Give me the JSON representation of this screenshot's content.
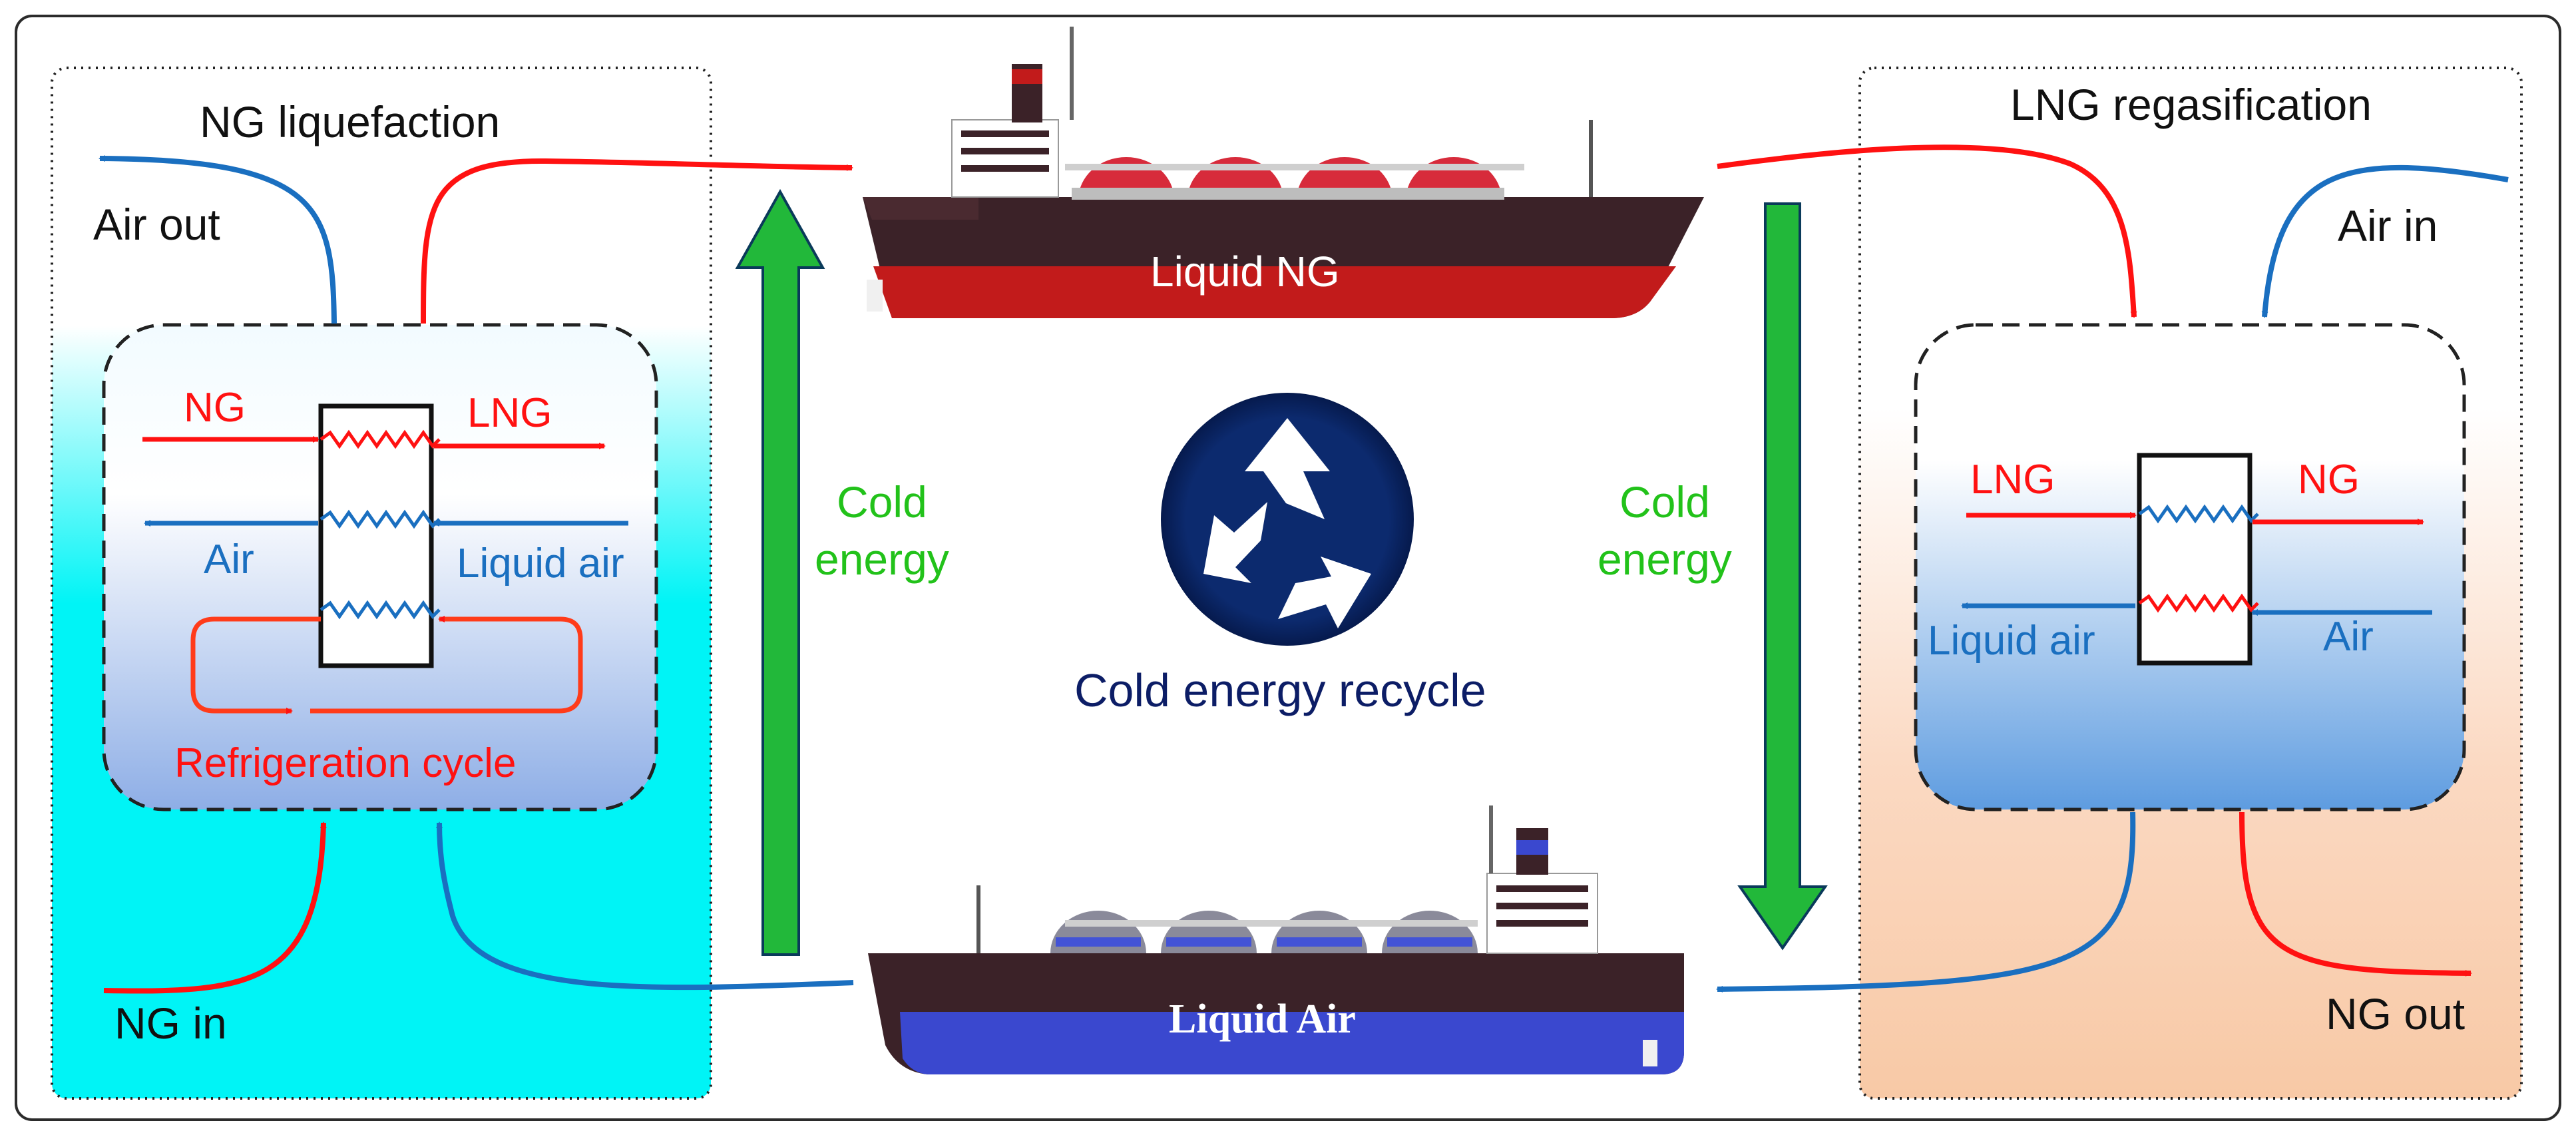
{
  "left_panel": {
    "title": "NG liquefaction",
    "air_out": "Air out",
    "ng_in": "NG in",
    "exchanger": {
      "ng": "NG",
      "lng": "LNG",
      "air": "Air",
      "liquid_air": "Liquid air",
      "refrigeration_cycle": "Refrigeration cycle"
    }
  },
  "right_panel": {
    "title": "LNG regasification",
    "air_in": "Air in",
    "ng_out": "NG out",
    "exchanger": {
      "lng": "LNG",
      "ng": "NG",
      "liquid_air": "Liquid air",
      "air": "Air"
    }
  },
  "center": {
    "cold_energy_left": "Cold\nenergy",
    "cold_energy_right": "Cold\nenergy",
    "recycle_label": "Cold energy recycle"
  },
  "ships": {
    "top": "Liquid NG",
    "bottom": "Liquid Air"
  },
  "colors": {
    "ng_stream": "#ff1111",
    "air_stream": "#1a6fc0",
    "cold_energy_arrow": "#22b83a",
    "recycle_badge": "#0c2a6e",
    "liquefaction_bg": "#00f5f5",
    "regasification_bg": "#f8c9a6",
    "lng_hull": "#c21b1b",
    "air_hull": "#3a48cf"
  }
}
